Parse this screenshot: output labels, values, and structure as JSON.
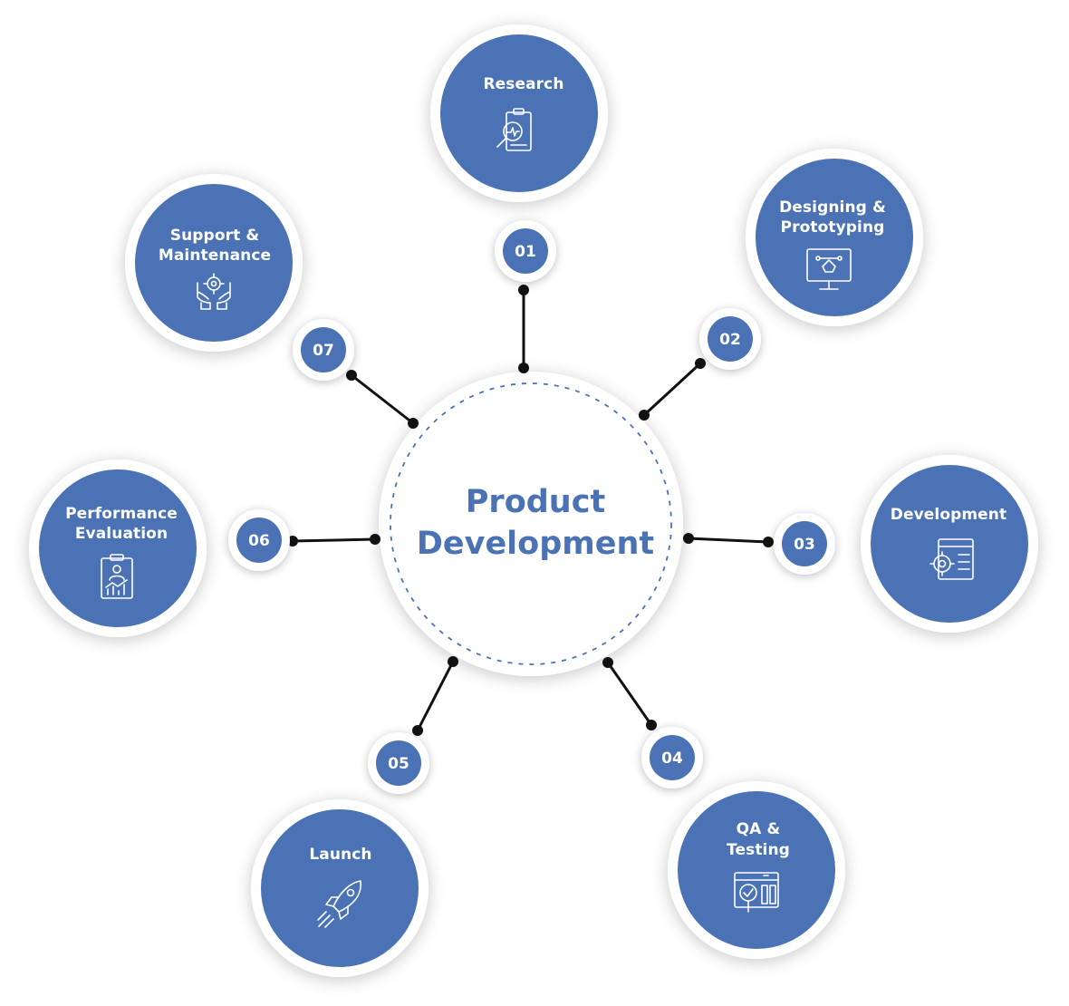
{
  "colors": {
    "primary": "#4a72b5",
    "connector": "#111111",
    "ring": "#ffffff"
  },
  "center": {
    "title_line1": "Product",
    "title_line2": "Development"
  },
  "stages": [
    {
      "number": "01",
      "lines": [
        "Research"
      ],
      "icon": "research-clipboard-magnifier-icon"
    },
    {
      "number": "02",
      "lines": [
        "Designing &",
        "Prototyping"
      ],
      "icon": "design-monitor-pen-icon"
    },
    {
      "number": "03",
      "lines": [
        "Development"
      ],
      "icon": "development-gear-code-window-icon"
    },
    {
      "number": "04",
      "lines": [
        "QA &",
        "Testing"
      ],
      "icon": "qa-testing-browser-check-icon"
    },
    {
      "number": "05",
      "lines": [
        "Launch"
      ],
      "icon": "launch-rocket-icon"
    },
    {
      "number": "06",
      "lines": [
        "Performance",
        "Evaluation"
      ],
      "icon": "performance-clipboard-chart-icon"
    },
    {
      "number": "07",
      "lines": [
        "Support &",
        "Maintenance"
      ],
      "icon": "support-hands-gear-icon"
    }
  ]
}
